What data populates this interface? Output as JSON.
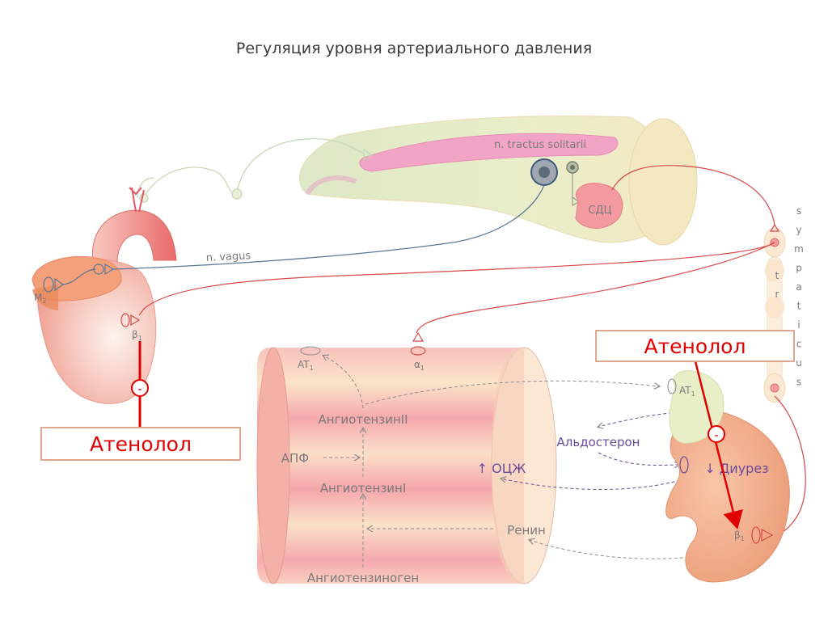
{
  "title": "Регуляция уровня артериального давления",
  "labels": {
    "tractus": "n. tractus solitarii",
    "vagus": "n. vagus",
    "sdc": "СДЦ",
    "m2": "M",
    "m2_sub": "2",
    "beta1_heart": "β",
    "beta1_heart_sub": "1",
    "at1_vessel": "AT",
    "at1_vessel_sub": "1",
    "alpha1": "α",
    "alpha1_sub": "1",
    "at1_adrenal": "AT",
    "at1_adrenal_sub": "1",
    "beta1_kidney": "β",
    "beta1_kidney_sub": "1",
    "angiotensin2": "АнгиотензинII",
    "apf": "АПФ",
    "angiotensin1": "АнгиотензинI",
    "angiotensinogen": "Ангиотензиноген",
    "renin": "Ренин",
    "ocj": "↑ ОЦЖ",
    "aldosteron": "Альдостерон",
    "diurez": "↓ Диурез",
    "sympathicus": [
      "s",
      "y",
      "m",
      "p",
      "a",
      "t",
      "i",
      "c",
      "u",
      "s"
    ],
    "tr": [
      "t",
      "r"
    ]
  },
  "drugs": {
    "left": "Атенолол",
    "right": "Атенолол",
    "minus": "-"
  },
  "colors": {
    "inhibit_red": "#e00000",
    "nerve_red": "#d84848",
    "nerve_blue": "#5a7896",
    "label_gray": "#7a7a7a",
    "label_purple": "#6a4b9a"
  }
}
